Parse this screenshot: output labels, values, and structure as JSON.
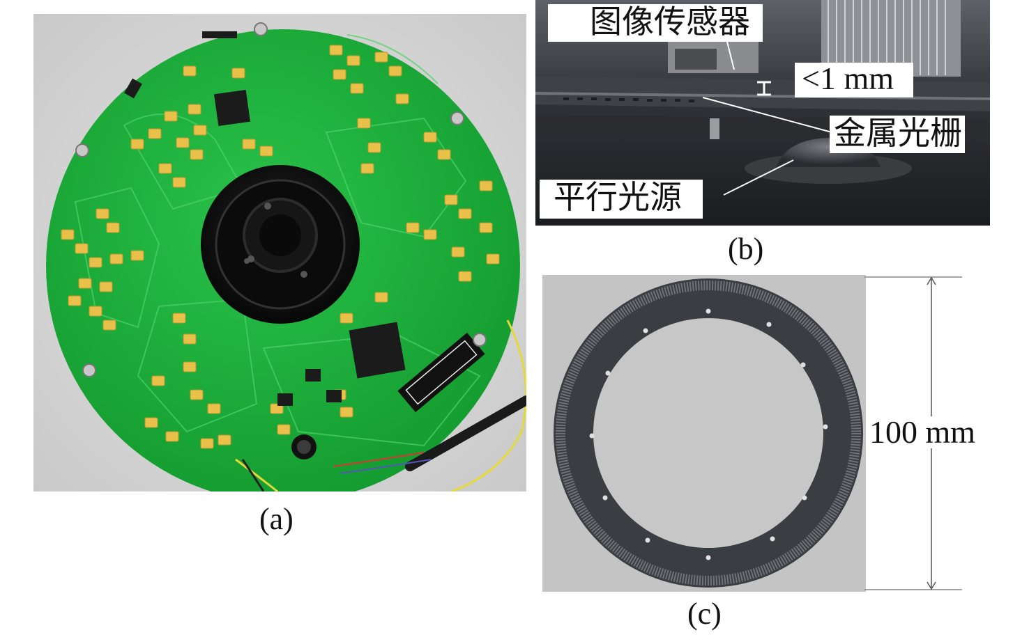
{
  "panels": {
    "a": {
      "caption": "(a)"
    },
    "b": {
      "caption": "(b)",
      "labels": {
        "image_sensor": "图像传感器",
        "gap": "<1 mm",
        "metal_grating": "金属光栅",
        "parallel_light": "平行光源"
      }
    },
    "c": {
      "caption": "(c)",
      "dimension": "100 mm"
    }
  },
  "colors": {
    "pcb_green": "#1fae3c",
    "pad_yellow": "#e8c04a",
    "chip_black": "#1b1b1b",
    "grating_dark": "#3a3d42",
    "background_gray": "#c4c4c4"
  }
}
